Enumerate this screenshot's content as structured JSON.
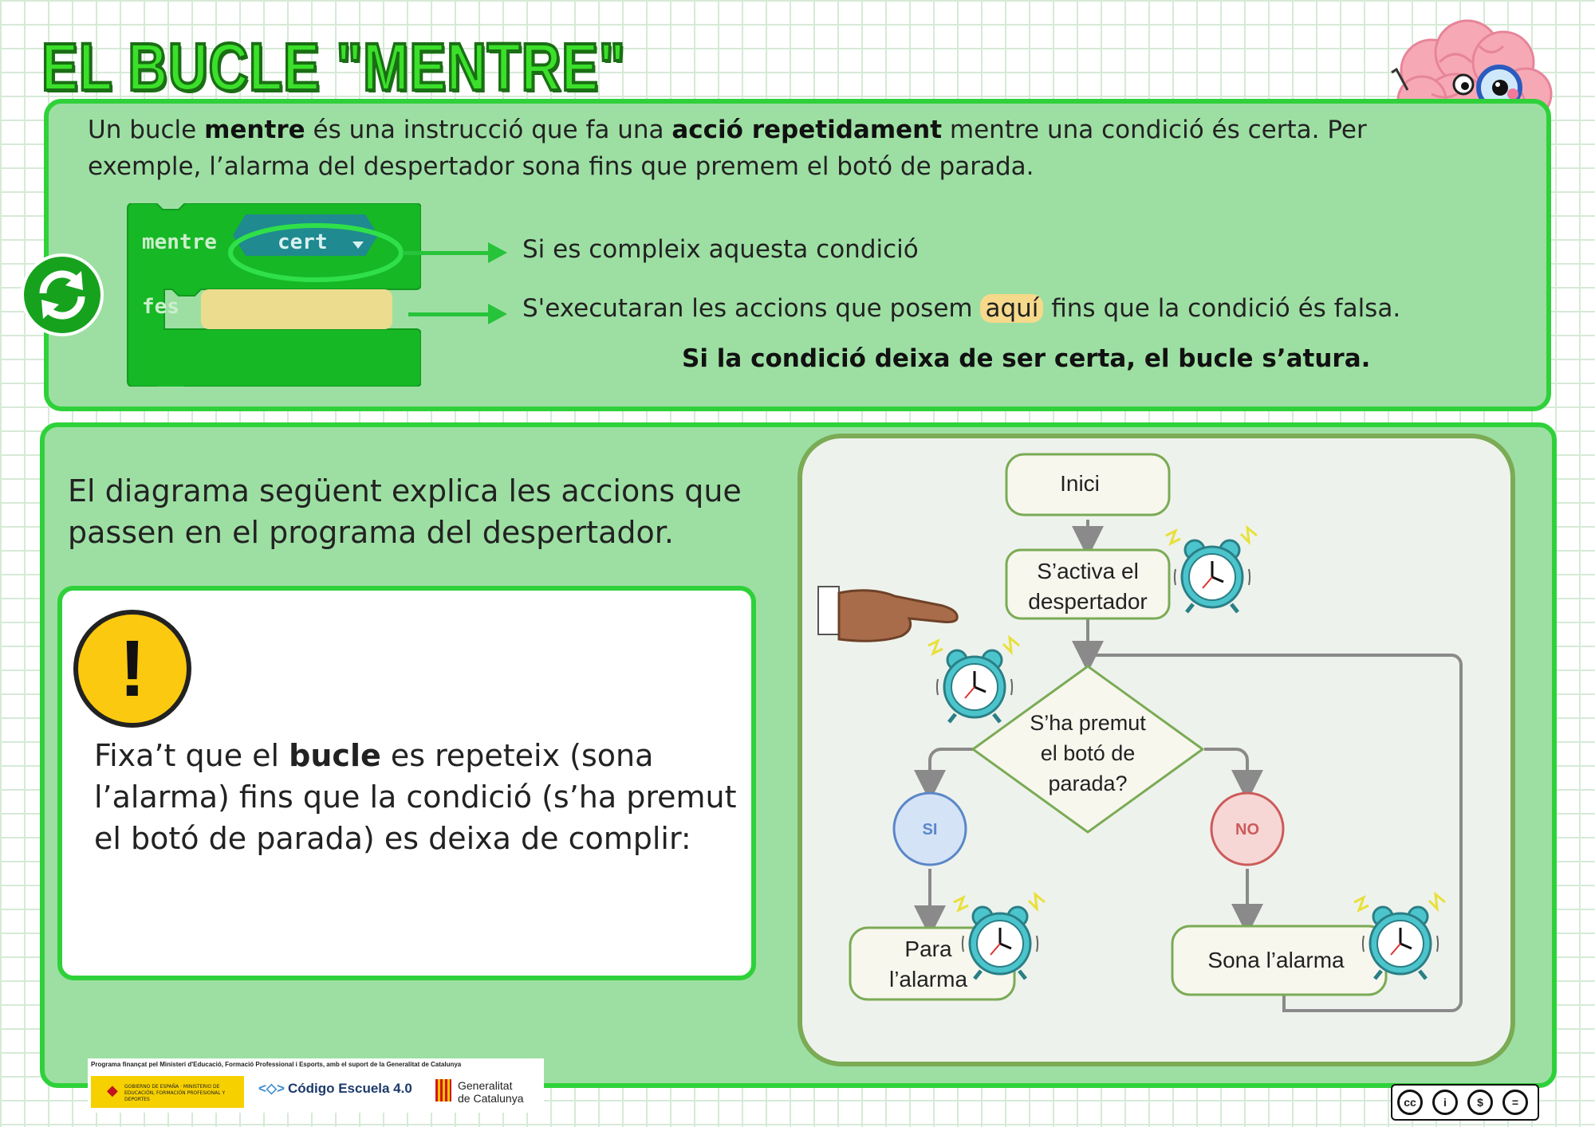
{
  "title": "EL BUCLE \"MENTRE\"",
  "intro": {
    "t1": "Un bucle ",
    "b1": "mentre",
    "t2": " és una instrucció que fa una ",
    "b2": "acció repetidament",
    "t3": " mentre una condició és certa.  Per exemple, l’alarma del despertador sona fins que premem el botó de parada."
  },
  "block": {
    "keyword": "mentre",
    "condition": "cert",
    "do": "fes"
  },
  "condition_text": "Si es compleix aquesta condició",
  "exec_text": {
    "before": "S'executaran les accions que posem ",
    "highlight": "aquí",
    "after": " fins que la condició és falsa."
  },
  "stop_text": "Si la condició deixa de ser certa, el bucle s’atura.",
  "diagram_desc": "El diagrama següent explica les accions que passen en el programa del despertador.",
  "note": {
    "t1": "Fixa’t que el ",
    "b1": "bucle",
    "t2": " es repeteix (sona l’alarma) fins que la condició (s’ha premut el botó de parada) es deixa de complir:"
  },
  "flow": {
    "start": "Inici",
    "activate": [
      "S’activa el",
      "despertador"
    ],
    "question": [
      "S’ha premut",
      "el botó de",
      "parada?"
    ],
    "yes": "SI",
    "no": "NO",
    "stop": [
      "Para",
      "l’alarma"
    ],
    "ring": "Sona  l’alarma"
  },
  "footer": {
    "funding": "Programa finançat pel Ministeri d'Educació, Formació Professional i Esports, amb el suport de la Generalitat de Catalunya",
    "gov": "GOBIERNO DE ESPAÑA · MINISTERIO DE EDUCACIÓN, FORMACIÓN PROFESIONAL Y DEPORTES",
    "codigo": "Código Escuela 4.0",
    "gencat1": "Generalitat",
    "gencat2": "de Catalunya"
  },
  "cc": [
    "cc",
    "i",
    "$",
    "="
  ],
  "colors": {
    "panel": "#9ddfa3",
    "panel_border": "#2fd13a",
    "title": "#3be02a",
    "block": "#16b825",
    "cond_block": "#1f8a8f",
    "yes": "#5a87c9",
    "no": "#cc5b5b",
    "flow_node_border": "#7bab55"
  }
}
